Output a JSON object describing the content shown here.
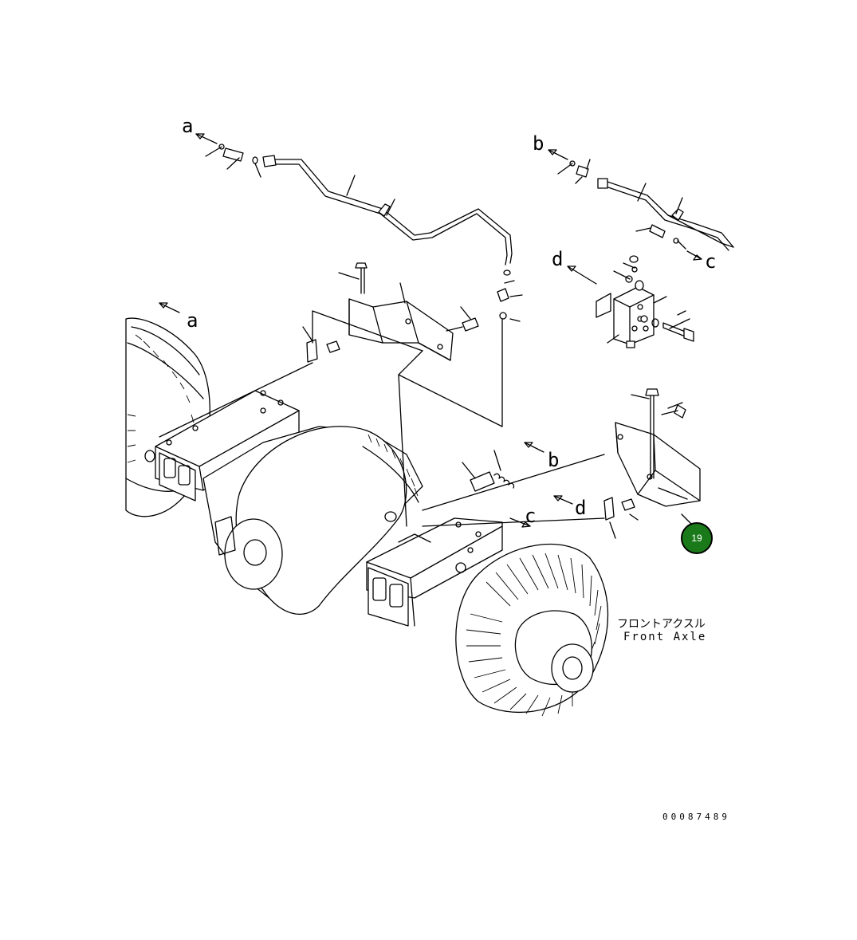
{
  "drawing": {
    "callouts": {
      "a1": "a",
      "a2": "a",
      "b1": "b",
      "b2": "b",
      "c1": "c",
      "c2": "c",
      "d1": "d",
      "d2": "d"
    },
    "assembly_label_jp": "フロントアクスル",
    "assembly_label_en": "Front Axle",
    "drawing_number": "00087489",
    "highlight_badge": {
      "number": "19",
      "color": "#1a7a1a"
    }
  }
}
